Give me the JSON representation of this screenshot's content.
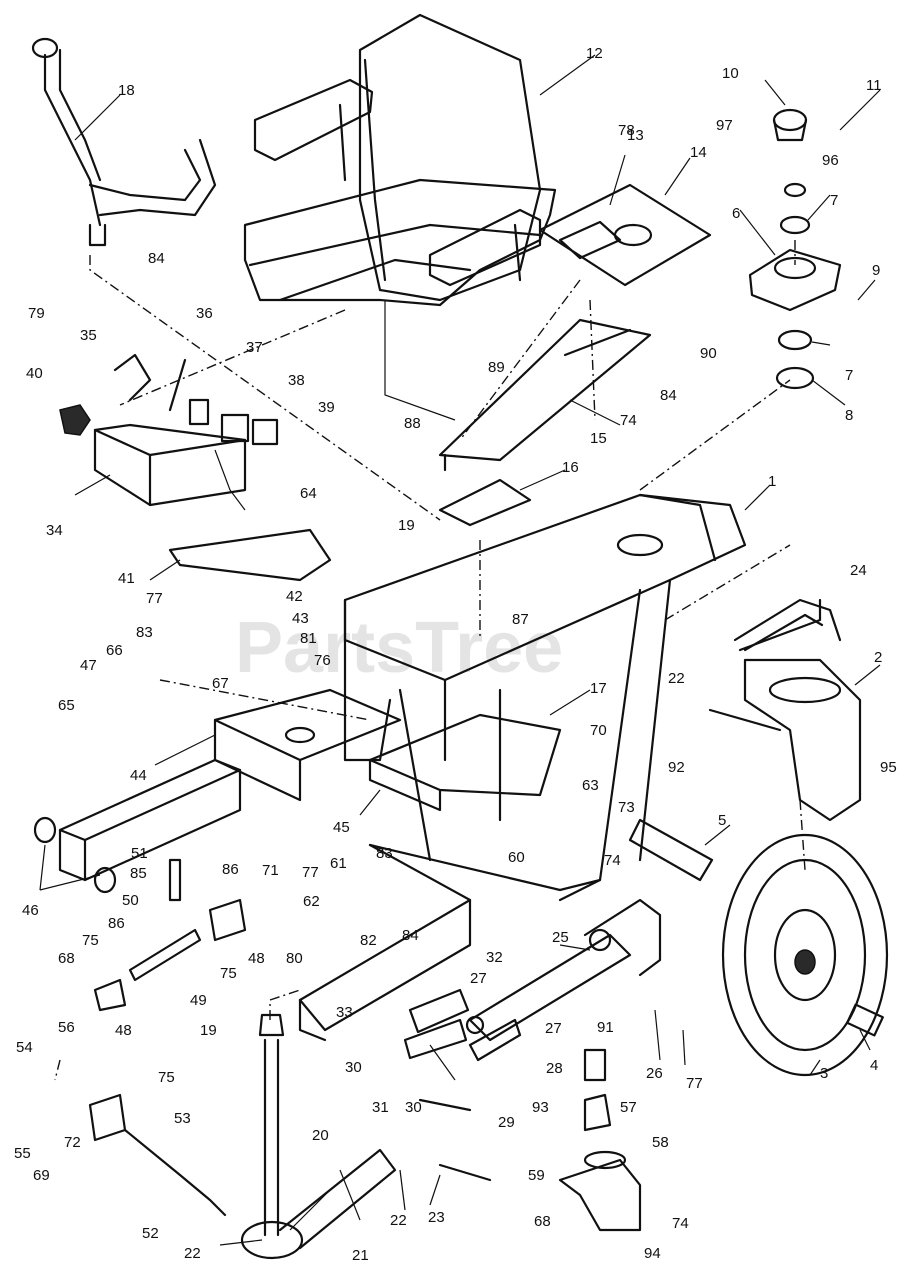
{
  "watermark": "PartsTree",
  "labels": [
    {
      "id": "1",
      "text": "1"
    },
    {
      "id": "2",
      "text": "2"
    },
    {
      "id": "3",
      "text": "3"
    },
    {
      "id": "4",
      "text": "4"
    },
    {
      "id": "5",
      "text": "5"
    },
    {
      "id": "6",
      "text": "6"
    },
    {
      "id": "7a",
      "text": "7"
    },
    {
      "id": "7b",
      "text": "7"
    },
    {
      "id": "8",
      "text": "8"
    },
    {
      "id": "9",
      "text": "9"
    },
    {
      "id": "10",
      "text": "10"
    },
    {
      "id": "11",
      "text": "11"
    },
    {
      "id": "12",
      "text": "12"
    },
    {
      "id": "13",
      "text": "13"
    },
    {
      "id": "14",
      "text": "14"
    },
    {
      "id": "15",
      "text": "15"
    },
    {
      "id": "16",
      "text": "16"
    },
    {
      "id": "17",
      "text": "17"
    },
    {
      "id": "18",
      "text": "18"
    },
    {
      "id": "19a",
      "text": "19"
    },
    {
      "id": "19b",
      "text": "19"
    },
    {
      "id": "20",
      "text": "20"
    },
    {
      "id": "21",
      "text": "21"
    },
    {
      "id": "22a",
      "text": "22"
    },
    {
      "id": "22b",
      "text": "22"
    },
    {
      "id": "22c",
      "text": "22"
    },
    {
      "id": "23",
      "text": "23"
    },
    {
      "id": "24",
      "text": "24"
    },
    {
      "id": "25",
      "text": "25"
    },
    {
      "id": "26",
      "text": "26"
    },
    {
      "id": "27a",
      "text": "27"
    },
    {
      "id": "27b",
      "text": "27"
    },
    {
      "id": "28",
      "text": "28"
    },
    {
      "id": "29",
      "text": "29"
    },
    {
      "id": "30a",
      "text": "30"
    },
    {
      "id": "30b",
      "text": "30"
    },
    {
      "id": "31",
      "text": "31"
    },
    {
      "id": "32",
      "text": "32"
    },
    {
      "id": "33",
      "text": "33"
    },
    {
      "id": "34",
      "text": "34"
    },
    {
      "id": "35",
      "text": "35"
    },
    {
      "id": "36",
      "text": "36"
    },
    {
      "id": "37",
      "text": "37"
    },
    {
      "id": "38",
      "text": "38"
    },
    {
      "id": "39",
      "text": "39"
    },
    {
      "id": "40",
      "text": "40"
    },
    {
      "id": "41",
      "text": "41"
    },
    {
      "id": "42",
      "text": "42"
    },
    {
      "id": "43",
      "text": "43"
    },
    {
      "id": "44",
      "text": "44"
    },
    {
      "id": "45",
      "text": "45"
    },
    {
      "id": "46",
      "text": "46"
    },
    {
      "id": "47",
      "text": "47"
    },
    {
      "id": "48a",
      "text": "48"
    },
    {
      "id": "48b",
      "text": "48"
    },
    {
      "id": "49",
      "text": "49"
    },
    {
      "id": "50",
      "text": "50"
    },
    {
      "id": "51",
      "text": "51"
    },
    {
      "id": "52",
      "text": "52"
    },
    {
      "id": "53",
      "text": "53"
    },
    {
      "id": "54",
      "text": "54"
    },
    {
      "id": "55",
      "text": "55"
    },
    {
      "id": "56",
      "text": "56"
    },
    {
      "id": "57",
      "text": "57"
    },
    {
      "id": "58",
      "text": "58"
    },
    {
      "id": "59",
      "text": "59"
    },
    {
      "id": "60",
      "text": "60"
    },
    {
      "id": "61",
      "text": "61"
    },
    {
      "id": "62",
      "text": "62"
    },
    {
      "id": "63",
      "text": "63"
    },
    {
      "id": "64",
      "text": "64"
    },
    {
      "id": "65",
      "text": "65"
    },
    {
      "id": "66",
      "text": "66"
    },
    {
      "id": "67",
      "text": "67"
    },
    {
      "id": "68a",
      "text": "68"
    },
    {
      "id": "68b",
      "text": "68"
    },
    {
      "id": "69",
      "text": "69"
    },
    {
      "id": "70",
      "text": "70"
    },
    {
      "id": "71",
      "text": "71"
    },
    {
      "id": "72",
      "text": "72"
    },
    {
      "id": "73",
      "text": "73"
    },
    {
      "id": "74a",
      "text": "74"
    },
    {
      "id": "74b",
      "text": "74"
    },
    {
      "id": "74c",
      "text": "74"
    },
    {
      "id": "75a",
      "text": "75"
    },
    {
      "id": "75b",
      "text": "75"
    },
    {
      "id": "75c",
      "text": "75"
    },
    {
      "id": "76",
      "text": "76"
    },
    {
      "id": "77a",
      "text": "77"
    },
    {
      "id": "77b",
      "text": "77"
    },
    {
      "id": "77c",
      "text": "77"
    },
    {
      "id": "78",
      "text": "78"
    },
    {
      "id": "79",
      "text": "79"
    },
    {
      "id": "80",
      "text": "80"
    },
    {
      "id": "81",
      "text": "81"
    },
    {
      "id": "82",
      "text": "82"
    },
    {
      "id": "83a",
      "text": "83"
    },
    {
      "id": "83b",
      "text": "83"
    },
    {
      "id": "84a",
      "text": "84"
    },
    {
      "id": "84b",
      "text": "84"
    },
    {
      "id": "84c",
      "text": "84"
    },
    {
      "id": "85",
      "text": "85"
    },
    {
      "id": "86a",
      "text": "86"
    },
    {
      "id": "86b",
      "text": "86"
    },
    {
      "id": "87",
      "text": "87"
    },
    {
      "id": "88",
      "text": "88"
    },
    {
      "id": "89",
      "text": "89"
    },
    {
      "id": "90",
      "text": "90"
    },
    {
      "id": "91",
      "text": "91"
    },
    {
      "id": "92",
      "text": "92"
    },
    {
      "id": "93",
      "text": "93"
    },
    {
      "id": "94",
      "text": "94"
    },
    {
      "id": "95",
      "text": "95"
    },
    {
      "id": "96",
      "text": "96"
    },
    {
      "id": "97",
      "text": "97"
    }
  ]
}
